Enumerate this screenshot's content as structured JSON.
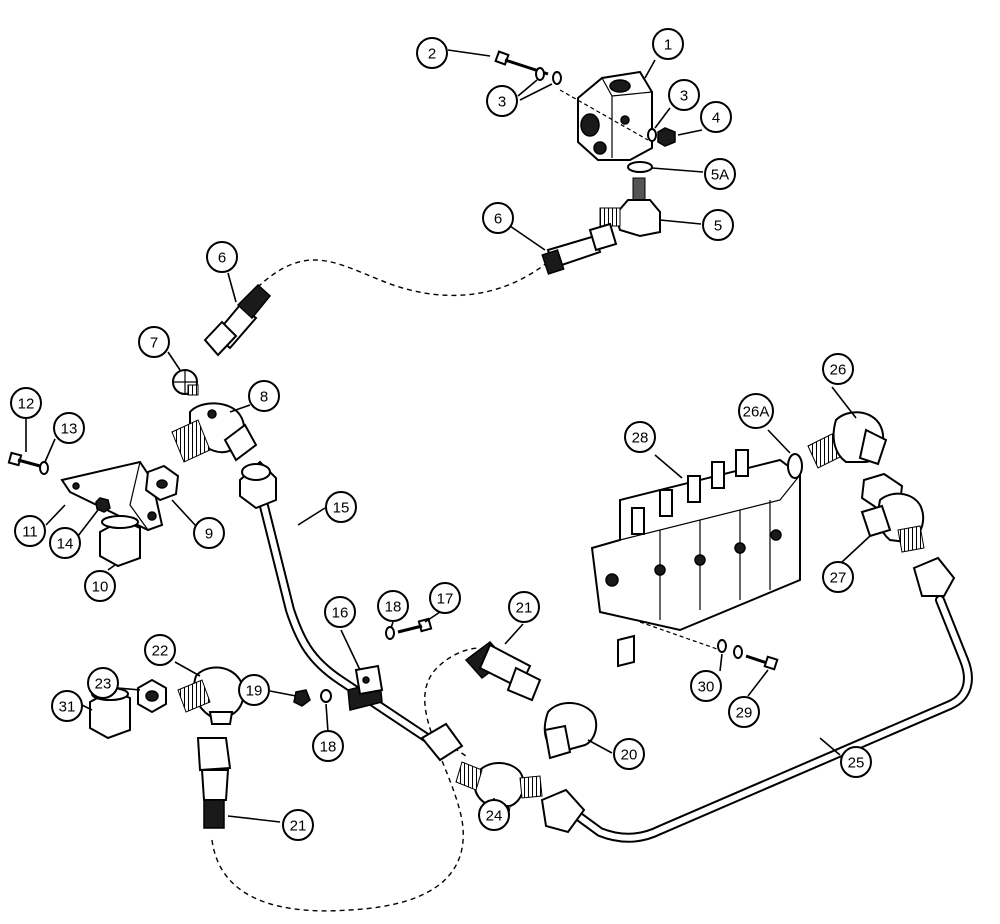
{
  "callouts": [
    {
      "label": "1"
    },
    {
      "label": "2"
    },
    {
      "label": "3"
    },
    {
      "label": "3"
    },
    {
      "label": "4"
    },
    {
      "label": "5A"
    },
    {
      "label": "5"
    },
    {
      "label": "6"
    },
    {
      "label": "6"
    },
    {
      "label": "7"
    },
    {
      "label": "8"
    },
    {
      "label": "12"
    },
    {
      "label": "13"
    },
    {
      "label": "11"
    },
    {
      "label": "14"
    },
    {
      "label": "9"
    },
    {
      "label": "10"
    },
    {
      "label": "15"
    },
    {
      "label": "26"
    },
    {
      "label": "26A"
    },
    {
      "label": "28"
    },
    {
      "label": "27"
    },
    {
      "label": "16"
    },
    {
      "label": "18"
    },
    {
      "label": "17"
    },
    {
      "label": "21"
    },
    {
      "label": "22"
    },
    {
      "label": "23"
    },
    {
      "label": "31"
    },
    {
      "label": "19"
    },
    {
      "label": "18"
    },
    {
      "label": "20"
    },
    {
      "label": "30"
    },
    {
      "label": "29"
    },
    {
      "label": "25"
    },
    {
      "label": "24"
    },
    {
      "label": "21"
    }
  ]
}
